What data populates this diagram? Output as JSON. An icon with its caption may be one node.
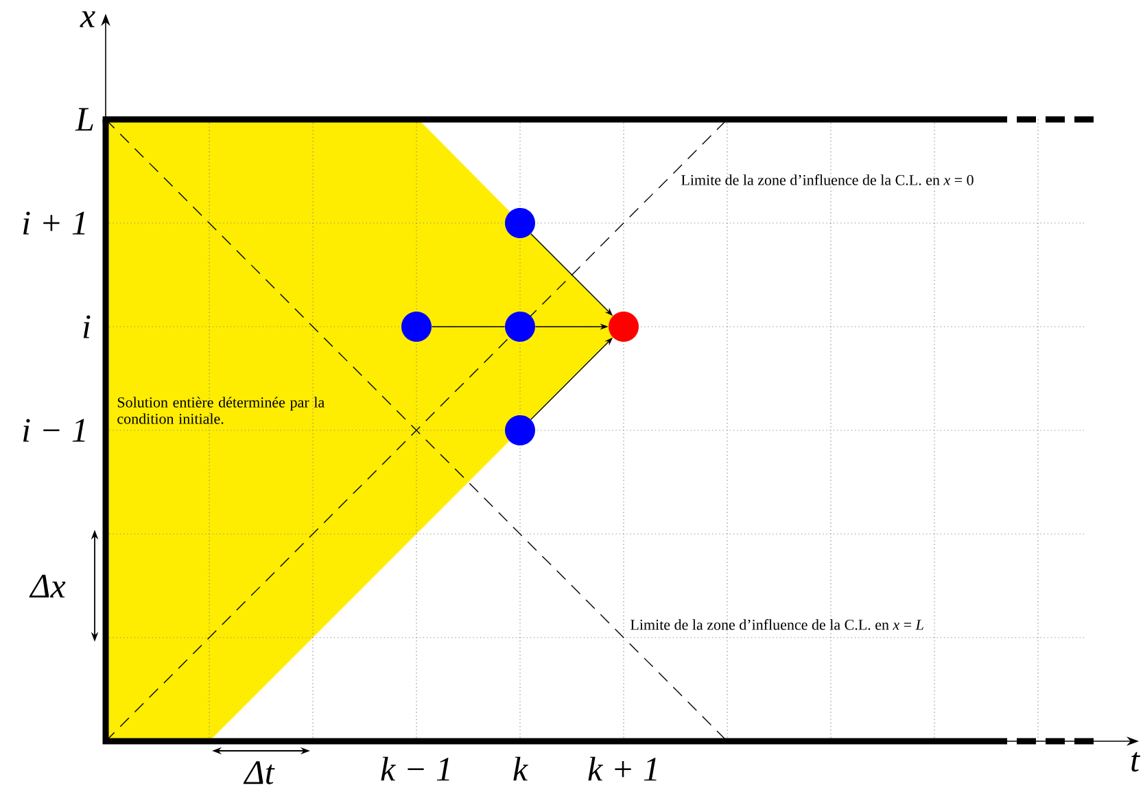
{
  "diagram": {
    "nodes": [
      {
        "text": [],
        "shape": "circle"
      },
      {
        "text": [],
        "shape": "circle"
      },
      {
        "text": [],
        "shape": "circle"
      },
      {
        "text": [],
        "shape": "circle"
      },
      {
        "text": [],
        "shape": "circle"
      }
    ],
    "edges": [
      {
        "from": 0,
        "to": 3,
        "arrow": "to"
      },
      {
        "from": 1,
        "to": 2,
        "arrow": "none"
      },
      {
        "from": 2,
        "to": 3,
        "arrow": "to"
      },
      {
        "from": 4,
        "to": 3,
        "arrow": "to"
      }
    ],
    "labels": [
      "x",
      "L",
      "i + 1",
      "Limite de la zone d’influence de la C.L. en *x* = 0",
      "i",
      "i − 1",
      "Solution entière déterminée par la condition initiale.",
      "Δx",
      "Limite de la zone d’influence de la C.L. en *x* = *L*",
      "t",
      "Δt",
      "k − 1",
      "k",
      "k + 1"
    ]
  }
}
